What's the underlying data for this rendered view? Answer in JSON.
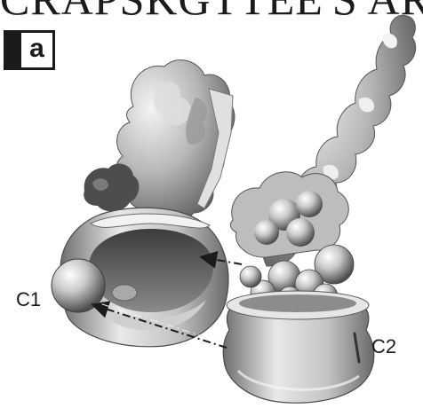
{
  "figure": {
    "heading_partial": "CRAPSKGTTEE'S AR",
    "panel_letter": "a",
    "labels": {
      "c1": "C1",
      "c2": "C2"
    },
    "colors": {
      "surface_light": "#e6e6e6",
      "surface_mid": "#b0b0b0",
      "surface_dark": "#5c5c5c",
      "ink": "#1b1b1b"
    },
    "arrows": [
      "dash-dot arrow from C2 toward upper cavity of C1",
      "dash-dot arrow from C2 toward lower cavity of C1"
    ]
  }
}
